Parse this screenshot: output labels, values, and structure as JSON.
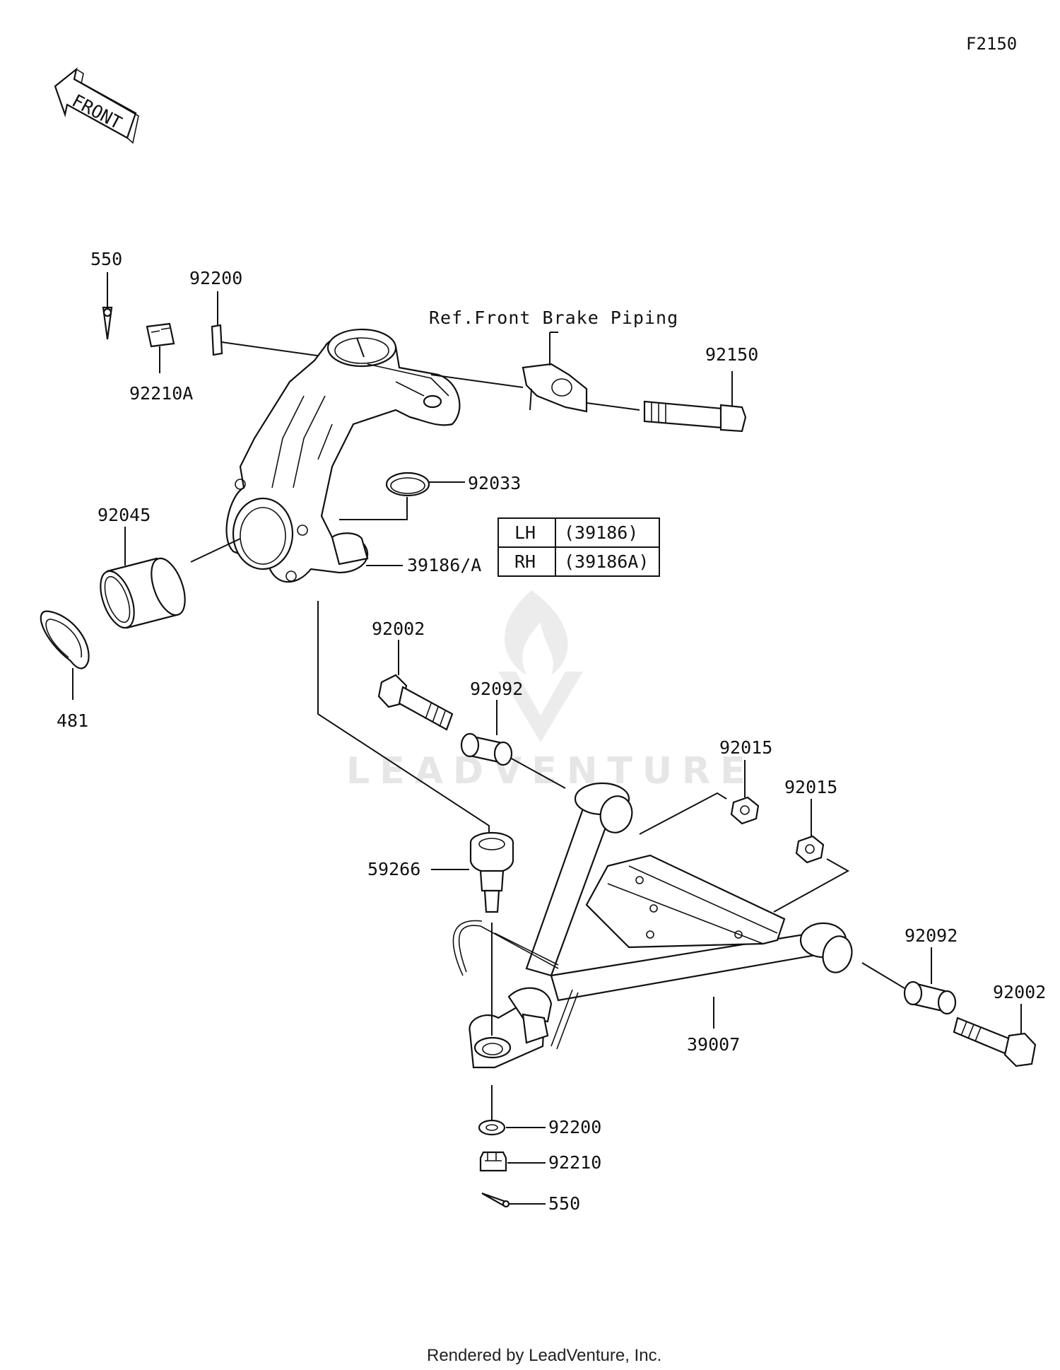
{
  "diagram_code": "F2150",
  "front_arrow_text": "FRONT",
  "reference_note": "Ref.Front Brake Piping",
  "labels": {
    "cotter_pin_top": "550",
    "washer_top": "92200",
    "nut_top": "92210A",
    "bolt_knuckle": "92150",
    "snap_ring_small": "92033",
    "bearing": "92045",
    "knuckle": "39186/A",
    "circlip": "481",
    "bolt_arm_left": "92002",
    "bushing_left": "92092",
    "nut_a": "92015",
    "nut_b": "92015",
    "ball_joint": "59266",
    "bushing_right": "92092",
    "bolt_arm_right": "92002",
    "lower_arm": "39007",
    "washer_bottom": "92200",
    "nut_bottom": "92210",
    "cotter_pin_bottom": "550"
  },
  "side_table": [
    {
      "side": "LH",
      "part": "(39186)"
    },
    {
      "side": "RH",
      "part": "(39186A)"
    }
  ],
  "watermark": "LEADVENTURE",
  "footer": "Rendered by LeadVenture, Inc."
}
